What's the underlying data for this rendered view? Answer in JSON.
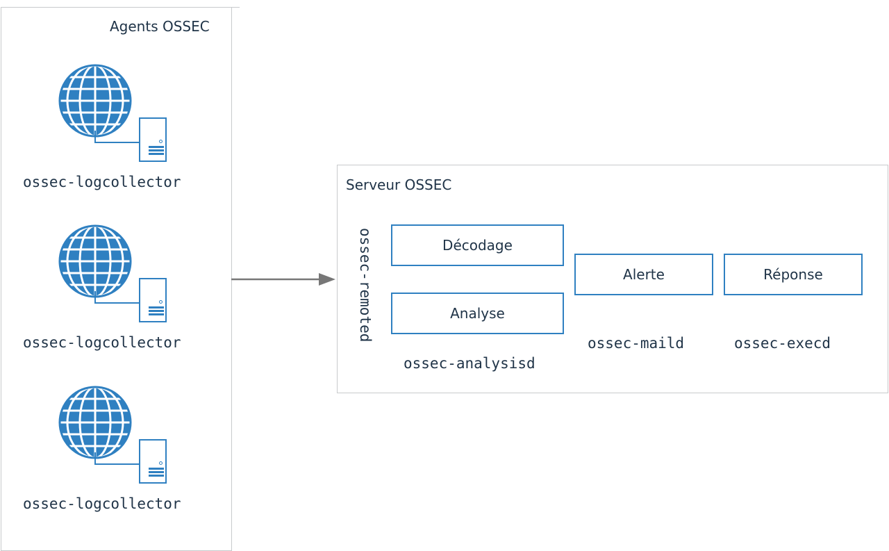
{
  "agents": {
    "title": "Agents OSSEC",
    "items": [
      {
        "label": "ossec-logcollector",
        "globe_icon": "globe-icon",
        "server_icon": "server-icon"
      },
      {
        "label": "ossec-logcollector",
        "globe_icon": "globe-icon",
        "server_icon": "server-icon"
      },
      {
        "label": "ossec-logcollector",
        "globe_icon": "globe-icon",
        "server_icon": "server-icon"
      }
    ]
  },
  "server": {
    "title": "Serveur OSSEC",
    "remoted_label": "ossec-remoted",
    "modules": {
      "decodage": "Décodage",
      "analyse": "Analyse",
      "alerte": "Alerte",
      "reponse": "Réponse"
    },
    "daemons": {
      "analysisd": "ossec-analysisd",
      "maild": "ossec-maild",
      "execd": "ossec-execd"
    }
  },
  "colors": {
    "accent_blue": "#2f80c1",
    "text": "#1f3347",
    "frame_border": "#c8cacc",
    "arrow": "#777777"
  }
}
